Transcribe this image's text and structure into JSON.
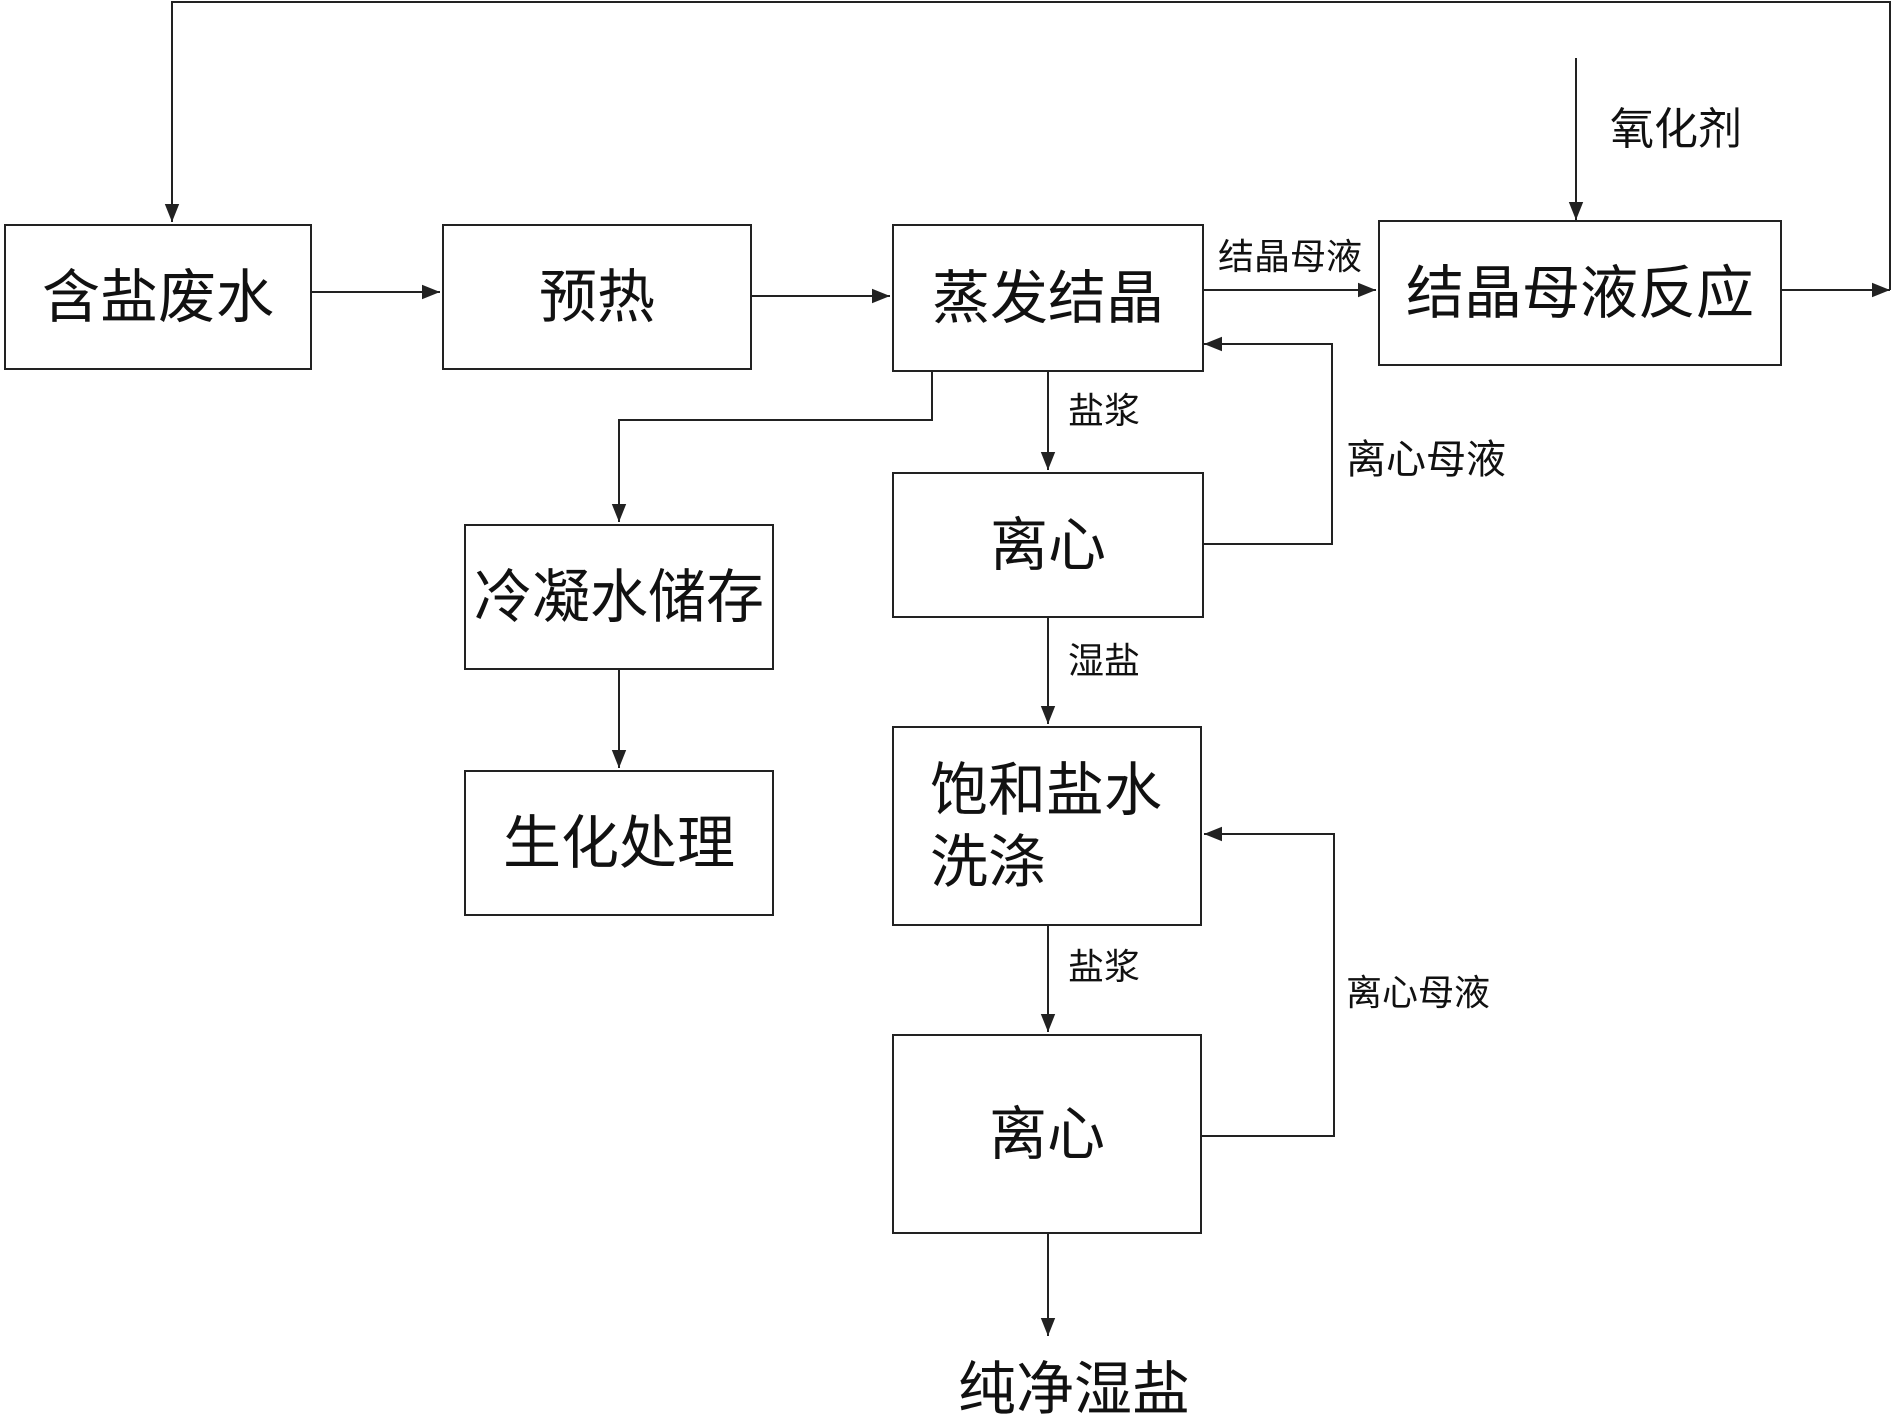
{
  "nodes": {
    "salt_wastewater": "含盐废水",
    "preheat": "预热",
    "evaporation_crystallization": "蒸发结晶",
    "mother_liquor_reaction": "结晶母液反应",
    "condensate_storage": "冷凝水储存",
    "biochemical_treatment": "生化处理",
    "centrifuge_1": "离心",
    "saturated_brine_wash_line1": "饱和盐水",
    "saturated_brine_wash_line2": "洗涤",
    "centrifuge_2": "离心",
    "pure_wet_salt": "纯净湿盐"
  },
  "edge_labels": {
    "oxidant": "氧化剂",
    "crystallization_mother_liquor": "结晶母液",
    "salt_slurry_1": "盐浆",
    "centrifuge_mother_liquor_1": "离心母液",
    "wet_salt": "湿盐",
    "salt_slurry_2": "盐浆",
    "centrifuge_mother_liquor_2": "离心母液"
  },
  "colors": {
    "line": "#222222",
    "text": "#111111",
    "background": "#ffffff"
  }
}
